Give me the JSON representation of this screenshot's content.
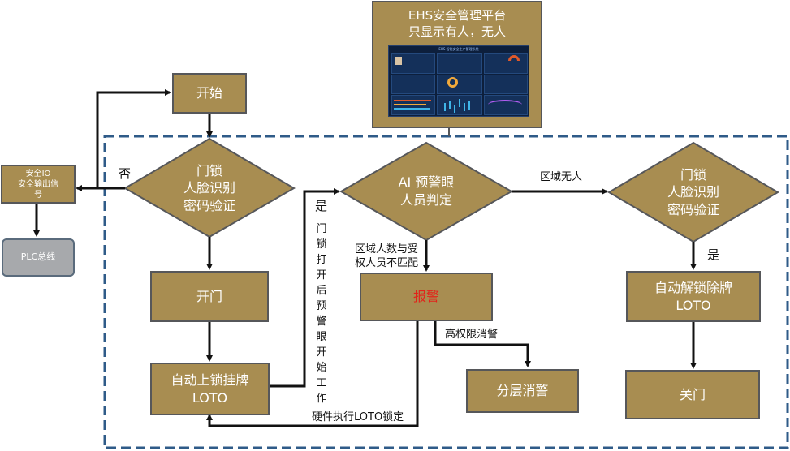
{
  "colors": {
    "node_fill": "#a88d51",
    "node_border": "#56575a",
    "dashed_border": "#2f5b88",
    "alert_text": "#e2231a",
    "gray_node": "#a7a9ac"
  },
  "platform": {
    "title_line1": "EHS安全管理平台",
    "title_line2": "只显示有人，无人",
    "dashboard_title": "EHS 智能安全生产管理系统"
  },
  "nodes": {
    "start": "开始",
    "verify1": [
      "门锁",
      "人脸识别",
      "密码验证"
    ],
    "open_door": "开门",
    "auto_lock": [
      "自动上锁挂牌",
      "LOTO"
    ],
    "ai_judge": [
      "AI 预警眼",
      "人员判定"
    ],
    "alarm": "报警",
    "layered_clear": "分层消警",
    "verify2": [
      "门锁",
      "人脸识别",
      "密码验证"
    ],
    "auto_unlock": [
      "自动解锁除牌",
      "LOTO"
    ],
    "close_door": "关门",
    "safety_io": [
      "安全IO",
      "安全输出信",
      "号"
    ],
    "plc_bus": "PLC总线"
  },
  "labels": {
    "no": "否",
    "yes1": "是",
    "vertical_note": "门锁打开后预警眼开始工作",
    "area_empty": "区域无人",
    "mismatch": [
      "区域人数与受",
      "权人员不匹配"
    ],
    "high_priv": "高权限消警",
    "yes2": "是",
    "hardware_loto": "硬件执行LOTO锁定"
  }
}
